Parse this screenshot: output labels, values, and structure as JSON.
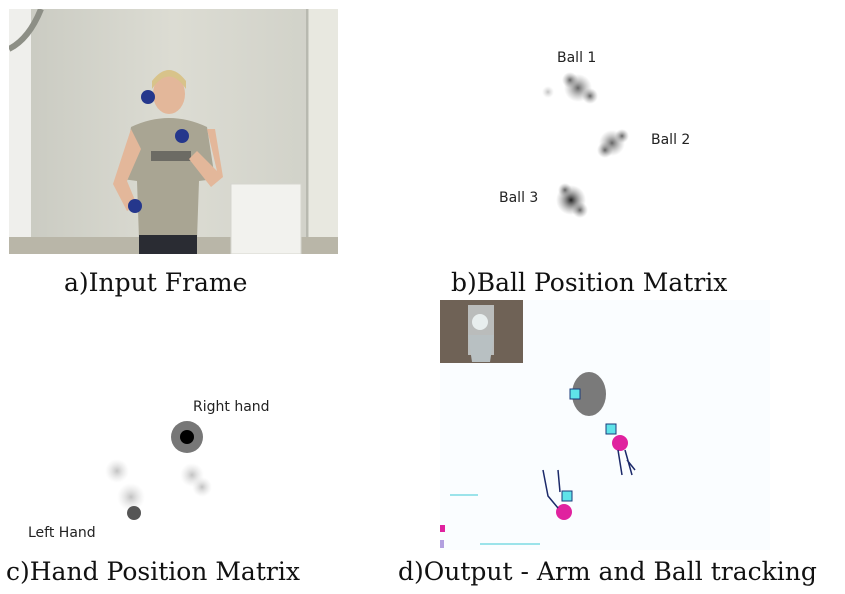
{
  "panels": {
    "a": {
      "caption": "a)Input Frame"
    },
    "b": {
      "caption": "b)Ball Position Matrix",
      "labels": {
        "ball1": "Ball 1",
        "ball2": "Ball 2",
        "ball3": "Ball 3"
      }
    },
    "c": {
      "caption": "c)Hand Position Matrix",
      "labels": {
        "right": "Right hand",
        "left": "Left Hand"
      }
    },
    "d": {
      "caption": "d)Output - Arm and Ball tracking"
    }
  },
  "colors": {
    "wall": "#d9d9d0",
    "shirt": "#a9a593",
    "ball_blue": "#25378c",
    "tracked_ball": "#e0229f",
    "box_marker": "#5fe3e9",
    "blob": "#7a7a7a"
  }
}
